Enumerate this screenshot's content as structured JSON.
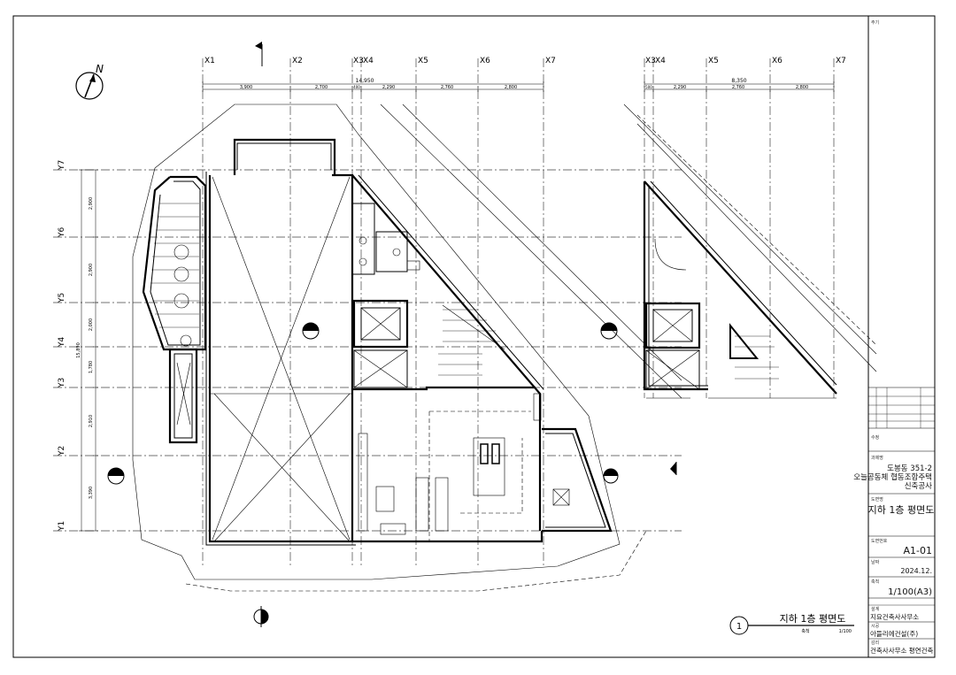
{
  "title_block": {
    "notes_label": "주기",
    "revision_label": "수정",
    "project_label": "과제명",
    "project_name": [
      "도봉동 351-2",
      "오늘공동체 협동조합주택",
      "신축공사"
    ],
    "drawing_label": "도면명",
    "drawing_title": "지하 1층 평면도",
    "drawing_no_label": "도면번호",
    "drawing_no": "A1-01",
    "date_label": "날짜",
    "date": "2024.12.",
    "scale_label": "축척",
    "scale": "1/100(A3)",
    "design_label": "설계",
    "design_firm": "지요건축사사무소",
    "construction_label": "시공",
    "construction_firm": "아뜰리에건설(주)",
    "supervision_label": "감리",
    "supervision_firm": "건축사사무소 평연건축"
  },
  "plan_caption": {
    "number": "1",
    "title": "지하 1층 평면도",
    "scale_label": "축척",
    "scale_value": "1/100"
  },
  "north_label": "N",
  "grid_x_main": [
    "X1",
    "X2",
    "X3",
    "X4",
    "X5",
    "X6",
    "X7"
  ],
  "grid_x_right": [
    "X3",
    "X4",
    "X5",
    "X6",
    "X7"
  ],
  "grid_y": [
    "Y7",
    "Y6",
    "Y5",
    "Y4",
    "Y3",
    "Y2",
    "Y1"
  ],
  "dims_main_total": "14,950",
  "dims_main": [
    "3,900",
    "2,700",
    "400",
    "2,290",
    "2,760",
    "2,800"
  ],
  "dims_right_total": "8,350",
  "dims_right": [
    "500",
    "2,290",
    "2,760",
    "2,800"
  ],
  "dims_left_total": "15,890",
  "dims_left": [
    "2,900",
    "2,900",
    "2,000",
    "1,780",
    "2,910",
    "3,390"
  ]
}
